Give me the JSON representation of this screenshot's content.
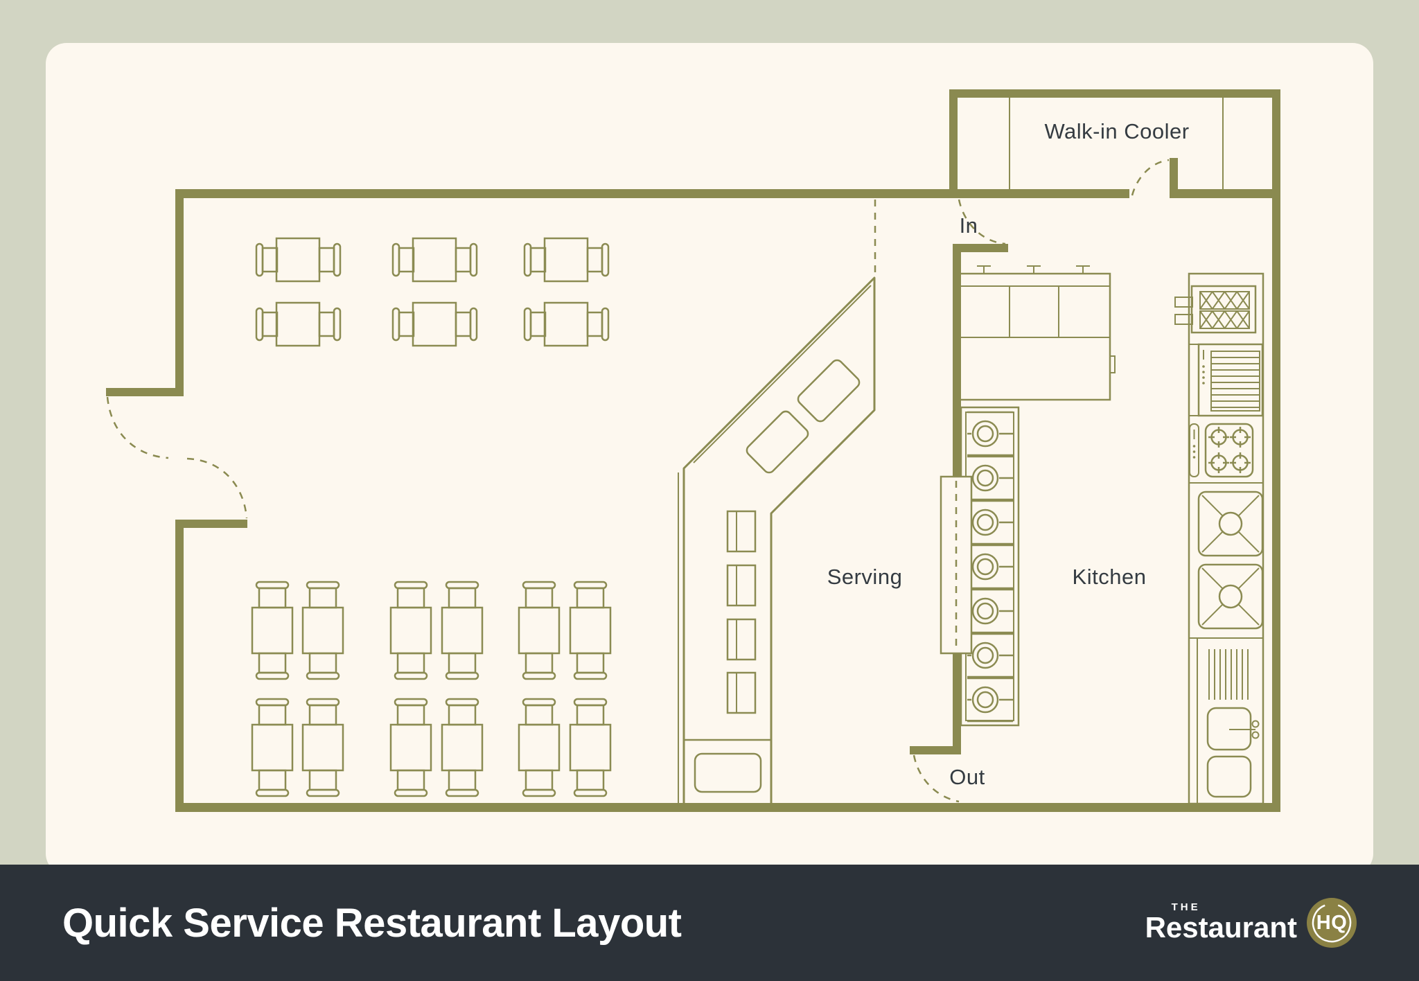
{
  "footer": {
    "title": "Quick Service Restaurant Layout",
    "logo": {
      "the": "THE",
      "restaurant": "Restaurant",
      "hq": "HQ"
    }
  },
  "plan_labels": {
    "walk_in_cooler": "Walk-in Cooler",
    "entry": "In",
    "exit": "Out",
    "serving": "Serving",
    "kitchen": "Kitchen"
  },
  "colors": {
    "background": "#d2d5c3",
    "card": "#fdf8ef",
    "wall": "#8a8a50",
    "line": "#8b8b52",
    "text": "#343b41",
    "footer_bg": "#2c3239",
    "footer_text": "#ffffff",
    "logo_badge": "#8a8144"
  }
}
